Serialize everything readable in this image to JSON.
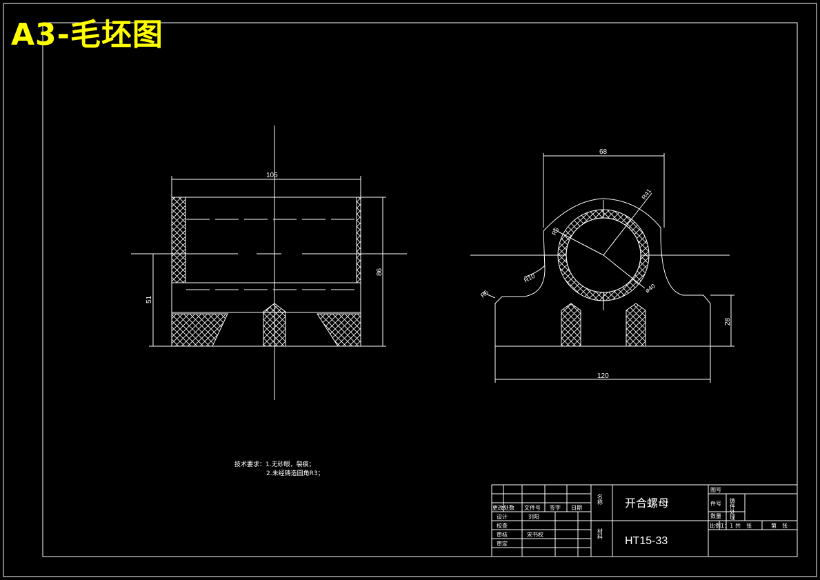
{
  "title": "A3-毛坯图",
  "dims": {
    "length": "105",
    "height_left": "51",
    "height_right": "86",
    "width_top": "68",
    "r_outer": "R41",
    "r_fillet_a": "R5",
    "r_fillet_b": "R10",
    "r_inner": "R5",
    "dia": "ø40",
    "base_height": "28",
    "base_width": "120"
  },
  "notes": {
    "line1": "技术要求：1.无砂眼，裂痕；",
    "line2": "2.未经铸造圆角R3；"
  },
  "title_block": {
    "name_label": "名称",
    "part_name": "开合螺母",
    "material_label": "材料",
    "material": "HT15-33",
    "drawing_no_label": "图号",
    "part_no_label": "件号",
    "qty_label": "数量",
    "ratio_label": "比例",
    "ratio_value": "1：1",
    "total_label": "共　张",
    "sheet_label": "第　张",
    "change_label": "更改处数",
    "doc_no_label": "文件号",
    "sign_label": "签字",
    "date_label": "日期",
    "design_label": "设计",
    "designer": "刘阳",
    "check_label": "校查",
    "review_label": "审核",
    "reviewer": "宋书权",
    "approve_label": "审定",
    "side_label": "铸件处理"
  }
}
